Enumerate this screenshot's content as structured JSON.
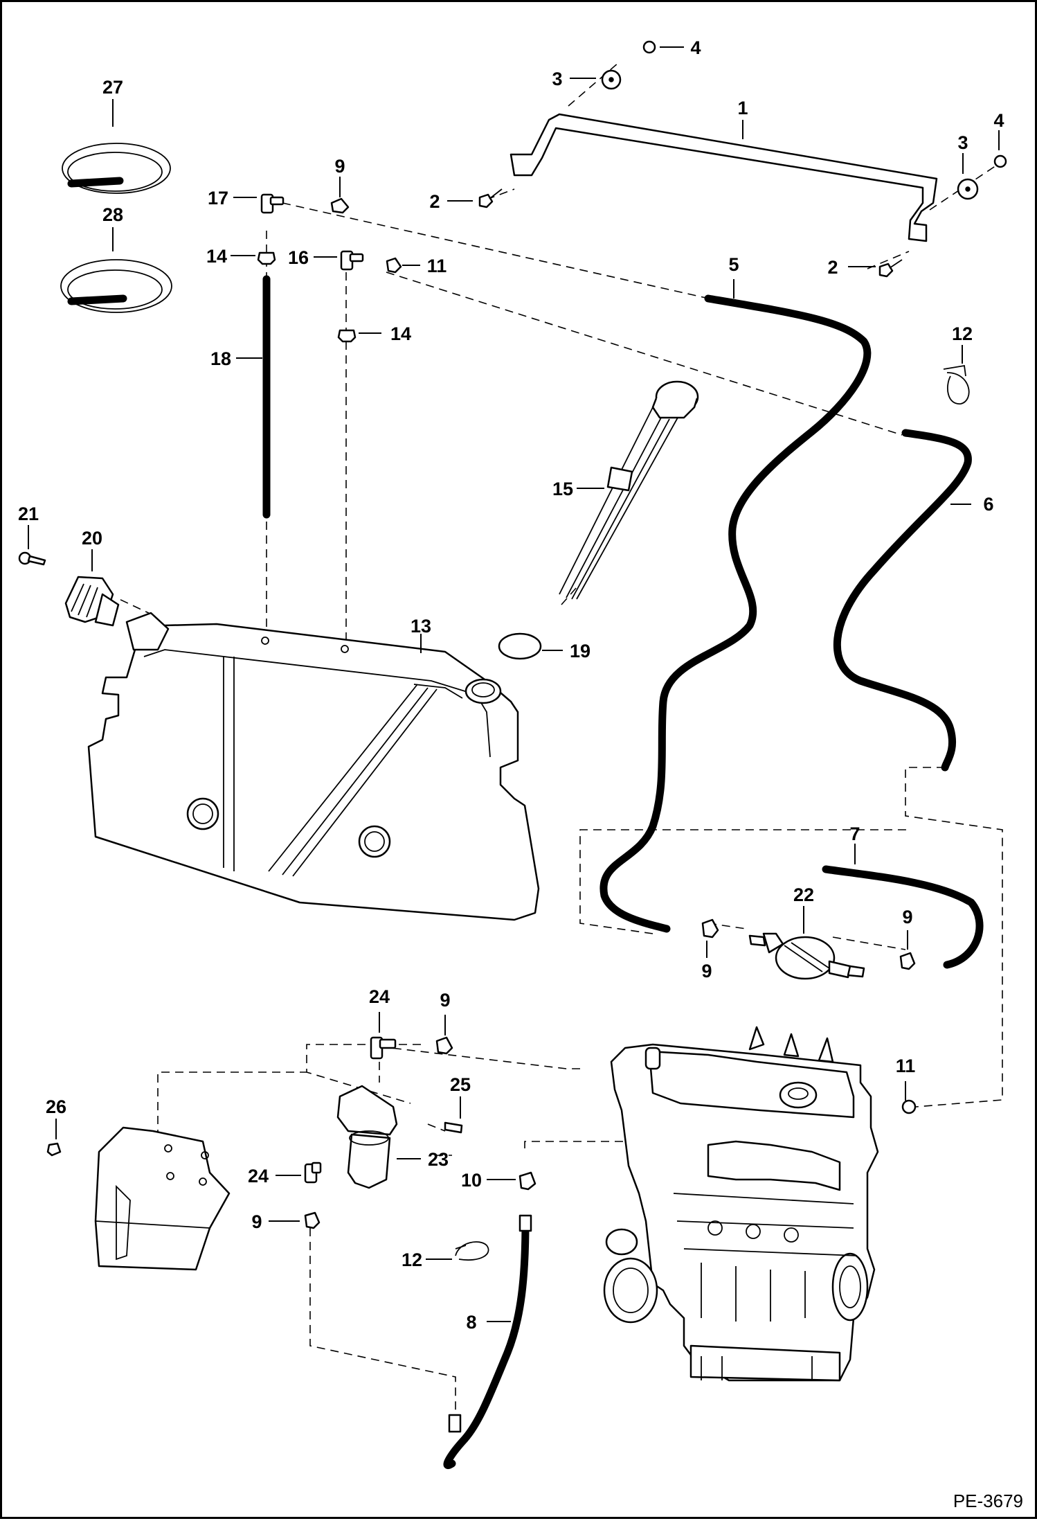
{
  "drawing_id": "PE-3679",
  "callouts": [
    {
      "id": "c1",
      "label": "1"
    },
    {
      "id": "c2a",
      "label": "2"
    },
    {
      "id": "c2b",
      "label": "2"
    },
    {
      "id": "c3a",
      "label": "3"
    },
    {
      "id": "c3b",
      "label": "3"
    },
    {
      "id": "c4a",
      "label": "4"
    },
    {
      "id": "c4b",
      "label": "4"
    },
    {
      "id": "c5",
      "label": "5"
    },
    {
      "id": "c6",
      "label": "6"
    },
    {
      "id": "c7",
      "label": "7"
    },
    {
      "id": "c8",
      "label": "8"
    },
    {
      "id": "c9a",
      "label": "9"
    },
    {
      "id": "c9b",
      "label": "9"
    },
    {
      "id": "c9c",
      "label": "9"
    },
    {
      "id": "c9d",
      "label": "9"
    },
    {
      "id": "c9e",
      "label": "9"
    },
    {
      "id": "c10",
      "label": "10"
    },
    {
      "id": "c11a",
      "label": "11"
    },
    {
      "id": "c11b",
      "label": "11"
    },
    {
      "id": "c12a",
      "label": "12"
    },
    {
      "id": "c12b",
      "label": "12"
    },
    {
      "id": "c13",
      "label": "13"
    },
    {
      "id": "c14a",
      "label": "14"
    },
    {
      "id": "c14b",
      "label": "14"
    },
    {
      "id": "c15",
      "label": "15"
    },
    {
      "id": "c16",
      "label": "16"
    },
    {
      "id": "c17",
      "label": "17"
    },
    {
      "id": "c18",
      "label": "18"
    },
    {
      "id": "c19",
      "label": "19"
    },
    {
      "id": "c20",
      "label": "20"
    },
    {
      "id": "c21",
      "label": "21"
    },
    {
      "id": "c22",
      "label": "22"
    },
    {
      "id": "c23",
      "label": "23"
    },
    {
      "id": "c24a",
      "label": "24"
    },
    {
      "id": "c24b",
      "label": "24"
    },
    {
      "id": "c25",
      "label": "25"
    },
    {
      "id": "c26",
      "label": "26"
    },
    {
      "id": "c27",
      "label": "27"
    },
    {
      "id": "c28",
      "label": "28"
    }
  ]
}
